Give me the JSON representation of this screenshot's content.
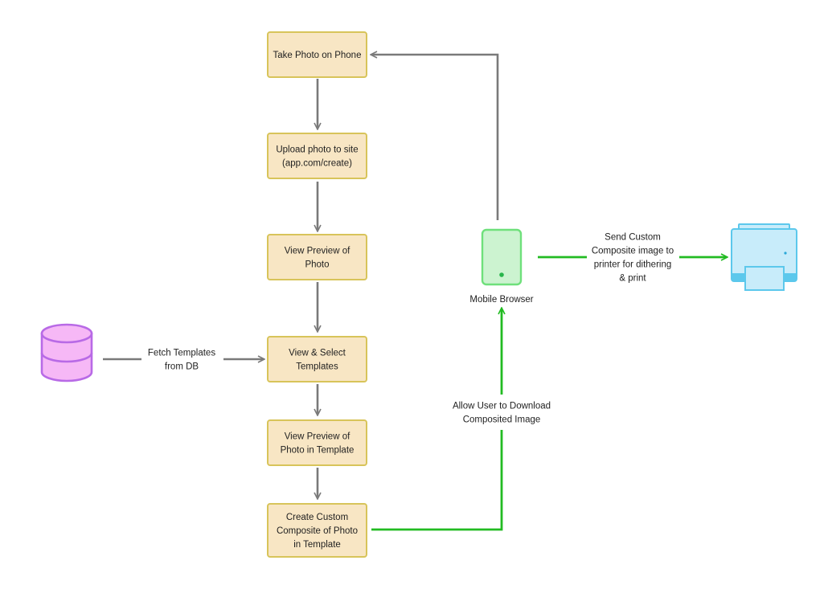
{
  "flow": {
    "take_photo": [
      "Take Photo on Phone"
    ],
    "upload_photo": [
      "Upload photo to site",
      "(app.com/create)"
    ],
    "view_preview": [
      "View Preview of",
      "Photo"
    ],
    "view_select_templates": [
      "View & Select",
      "Templates"
    ],
    "view_preview_template": [
      "View Preview of",
      "Photo in Template"
    ],
    "create_composite": [
      "Create Custom",
      "Composite of Photo",
      "in Template"
    ]
  },
  "edges": {
    "fetch_templates": [
      "Fetch Templates",
      "from DB"
    ],
    "allow_download": [
      "Allow User to Download",
      "Composited Image"
    ],
    "send_composite": [
      "Send Custom",
      "Composite image to",
      "printer for dithering",
      "& print"
    ]
  },
  "devices": {
    "mobile_browser_label": "Mobile Browser"
  },
  "colors": {
    "process_fill": "#f8e6c4",
    "process_border": "#d8c45a",
    "gray_arrow": "#7a7a7a",
    "green_arrow": "#22bb22",
    "phone_fill": "#ccf3d0",
    "phone_border": "#6fe07b",
    "database_fill": "#f6b8f6",
    "database_border": "#b86ae6",
    "printer_fill": "#c8ecfa",
    "printer_border": "#5cc8ec"
  },
  "icons": [
    "database-icon",
    "mobile-phone-icon",
    "printer-icon"
  ]
}
